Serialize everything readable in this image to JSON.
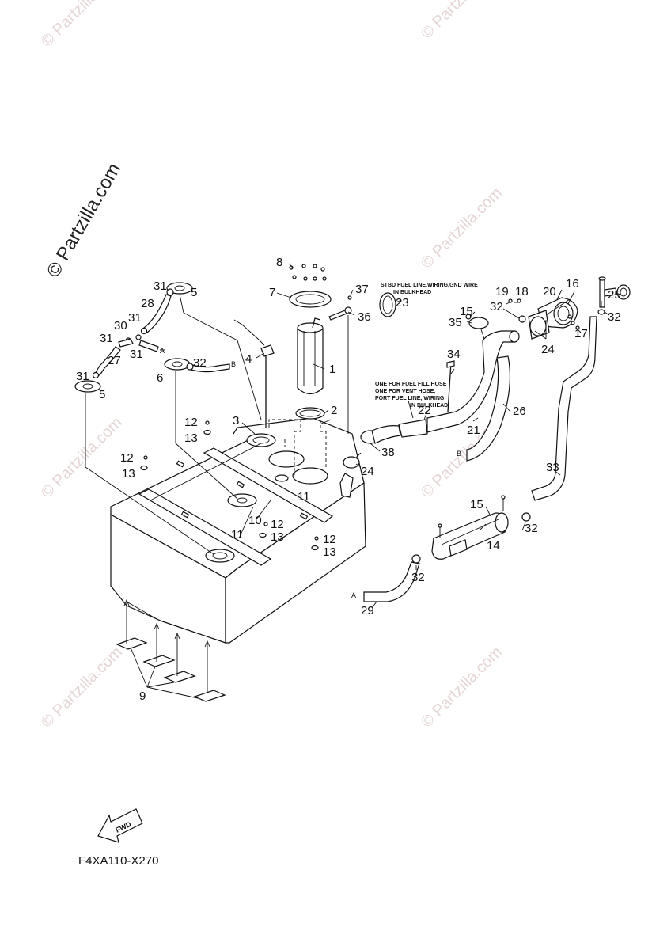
{
  "watermark": {
    "main": "© Partzilla.com",
    "faint": "© Partzilla.com"
  },
  "diagram_code": "F4XA110-X270",
  "fwd_label": "FWD",
  "notes": {
    "stbd_line1": "STBD FUEL LINE,WIRING,GND WIRE",
    "stbd_line2": "IN BULKHEAD",
    "port_line1": "ONE FOR FUEL FILL HOSE",
    "port_line2": "ONE FOR VENT HOSE,",
    "port_line3": "PORT FUEL LINE, WIRING",
    "port_line4": "IN BULKHEAD"
  },
  "connector_letters": {
    "a": "A",
    "b": "B"
  },
  "callouts": {
    "c1": "1",
    "c2": "2",
    "c3": "3",
    "c4": "4",
    "c5a": "5",
    "c5b": "5",
    "c6": "6",
    "c7": "7",
    "c8": "8",
    "c9": "9",
    "c10": "10",
    "c11a": "11",
    "c11b": "11",
    "c12a": "12",
    "c12b": "12",
    "c12c": "12",
    "c12d": "12",
    "c13a": "13",
    "c13b": "13",
    "c13c": "13",
    "c13d": "13",
    "c14": "14",
    "c15a": "15",
    "c15b": "15",
    "c16": "16",
    "c17": "17",
    "c18": "18",
    "c19": "19",
    "c20": "20",
    "c21": "21",
    "c22": "22",
    "c23": "23",
    "c24a": "24",
    "c24b": "24",
    "c25": "25",
    "c26": "26",
    "c27": "27",
    "c28": "28",
    "c29": "29",
    "c30": "30",
    "c31a": "31",
    "c31b": "31",
    "c31c": "31",
    "c31d": "31",
    "c31e": "31",
    "c32a": "32",
    "c32b": "32",
    "c32c": "32",
    "c32d": "32",
    "c32e": "32",
    "c33": "33",
    "c34": "34",
    "c35": "35",
    "c36": "36",
    "c37": "37",
    "c38": "38"
  }
}
